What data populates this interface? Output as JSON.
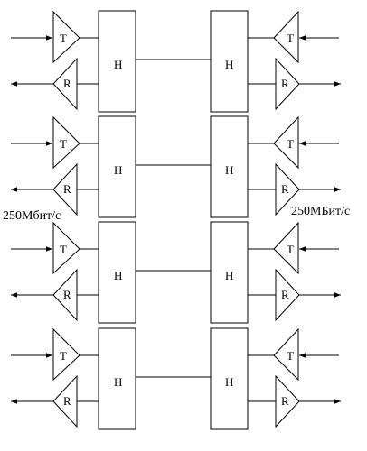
{
  "labels": {
    "transmitter": "T",
    "receiver": "R",
    "node": "H",
    "rate_left": "250Мбит/с",
    "rate_right": "250МБит/с"
  },
  "rows": [
    {
      "id": "row-1"
    },
    {
      "id": "row-2"
    },
    {
      "id": "row-3"
    },
    {
      "id": "row-4"
    }
  ],
  "colors": {
    "stroke": "#000000",
    "background": "#ffffff"
  }
}
